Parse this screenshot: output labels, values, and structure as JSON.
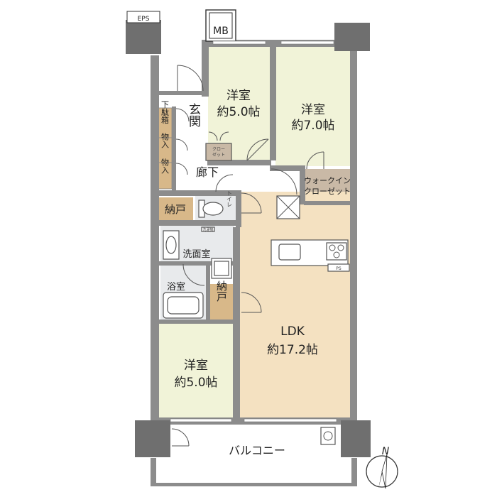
{
  "labels": {
    "eps": "EPS",
    "mb": "MB",
    "genkan": "玄関",
    "geta": "下駄箱",
    "mono1": "物入",
    "mono2": "物入",
    "rouka": "廊下",
    "nando1": "納戸",
    "toilet": "トイレ",
    "senmen": "洗面室",
    "yokushitsu": "浴室",
    "nando2": "納戸",
    "ldk": "LDK",
    "ldk_size": "約17.2帖",
    "room_nw": "洋室",
    "room_nw_size": "約5.0帖",
    "room_ne": "洋室",
    "room_ne_size": "約7.0帖",
    "room_sw": "洋室",
    "room_sw_size": "約5.0帖",
    "wic_line1": "ウォークイン",
    "wic_line2": "クローゼット",
    "closet_line1": "クロー",
    "closet_line2": "ゼット",
    "ps": "PS",
    "washer": "洗濯機",
    "balcony": "バルコニー",
    "north": "N"
  },
  "colors": {
    "wall": "#8c8c8c",
    "pillar": "#6f6f6f",
    "room_floor": "#f1f3d8",
    "ldk_floor": "#f4e1c1",
    "storage": "#d8b889",
    "wet_area": "#e8eaec",
    "closet": "#c9b9a6"
  }
}
